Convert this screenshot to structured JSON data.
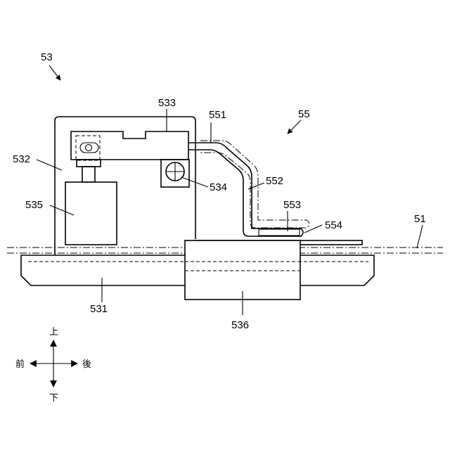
{
  "labels": {
    "l53": "53",
    "l55": "55",
    "l533": "533",
    "l551": "551",
    "l532": "532",
    "l534": "534",
    "l552": "552",
    "l535": "535",
    "l553": "553",
    "l554": "554",
    "l51": "51",
    "l531": "531",
    "l536": "536"
  },
  "directions": {
    "up": "上",
    "down": "下",
    "front": "前",
    "back": "後"
  }
}
